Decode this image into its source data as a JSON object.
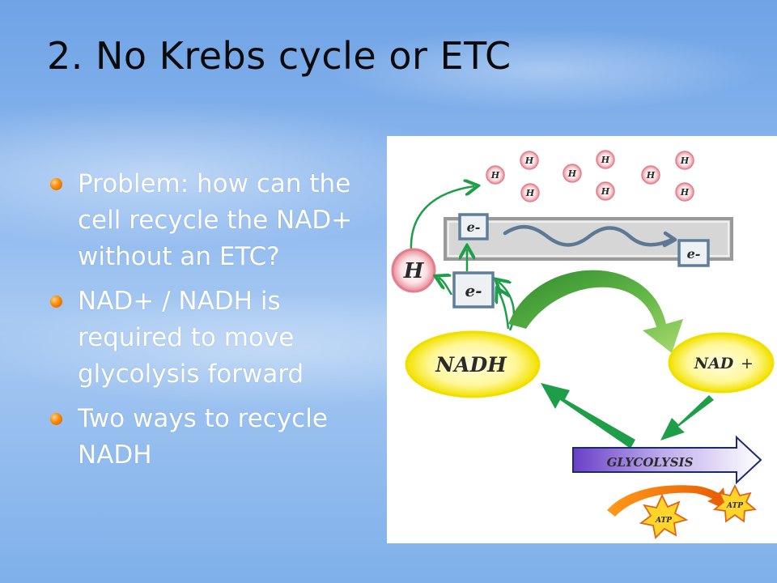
{
  "slide": {
    "title": "2. No Krebs cycle or ETC",
    "bullets": [
      "Problem: how can the cell recycle the NAD+ without an ETC?",
      "NAD+ / NADH is required to move glycolysis forward",
      "Two ways to recycle NADH"
    ]
  },
  "diagram": {
    "proton_label": "H",
    "electron_label": "e-",
    "nadh_label": "NADH",
    "nad_label": "NAD",
    "nad_plus_sign": "+",
    "glycolysis_label": "GLYCOLYSIS",
    "atp_label": "ATP"
  }
}
